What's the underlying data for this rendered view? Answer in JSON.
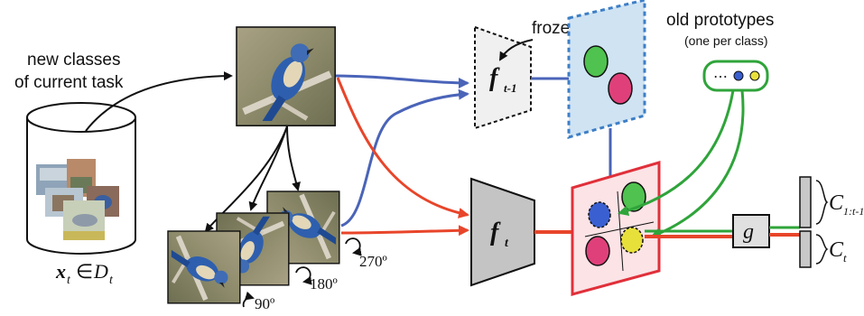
{
  "labels": {
    "new_classes_line1": "new classes",
    "new_classes_line2": "of current task",
    "input_x": "x",
    "input_x_sub": "t",
    "input_in": "∈",
    "input_D": "D",
    "input_D_sub": "t",
    "frozen": "frozen",
    "old_prototypes": "old prototypes",
    "one_per_class": "(one per class)",
    "prototype_dots": "⋯",
    "f_prev": "f",
    "f_prev_sub": "t-1",
    "f_cur": "f",
    "f_cur_sub": "t",
    "g": "g",
    "c_old": "C",
    "c_old_sub": "1:t-1",
    "c_new": "C",
    "c_new_sub": "t",
    "rot_90": "90º",
    "rot_180": "180º",
    "rot_270": "270º"
  },
  "colors": {
    "blue_arrow": "#4a64b8",
    "red_arrow": "#e8452a",
    "green_arrow": "#2fa43a",
    "old_feature_fill": "#cfe3f3",
    "old_feature_border": "#3d7ec6",
    "new_feature_fill": "#fbe3e6",
    "new_feature_border": "#e0303a",
    "green_proto": "#4fc24f",
    "pink_proto": "#e0407a",
    "blue_proto": "#3a5fd0",
    "yellow_proto": "#e8e03a",
    "network_fill": "#bdbdbd"
  }
}
